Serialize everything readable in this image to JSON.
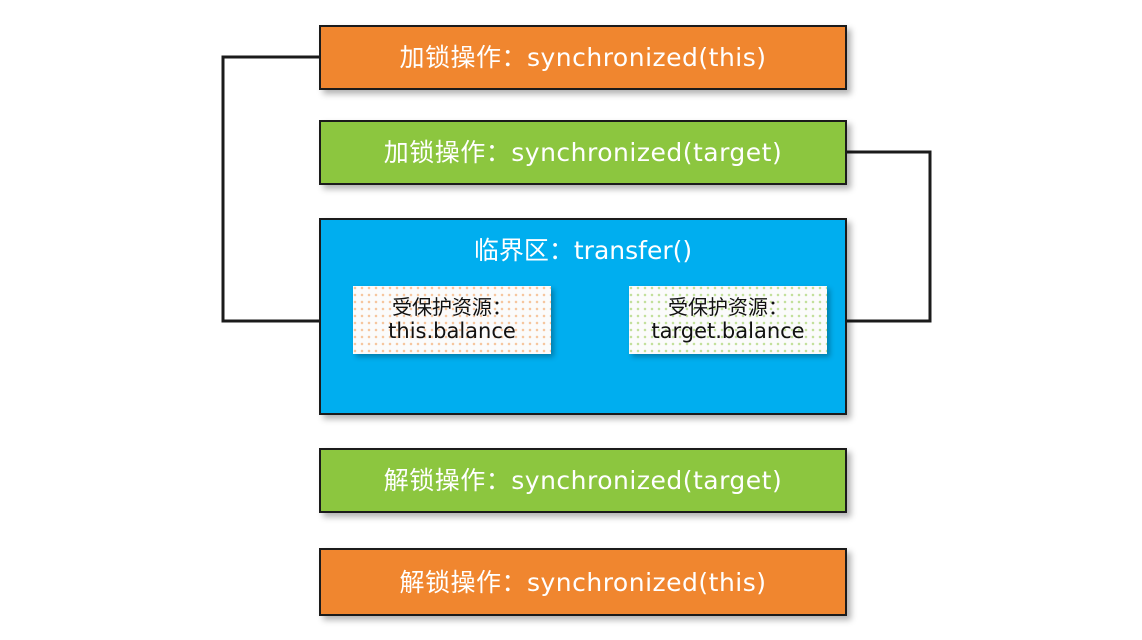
{
  "diagram": {
    "title": "synchronized transfer lock ordering diagram",
    "colors": {
      "orange": "#f0862f",
      "green": "#8cc63f",
      "blue": "#00aeef",
      "box_border": "#1b1b1b",
      "connector": "#1b1b1b",
      "resource_bg": "#fbfbfb",
      "label_text": "#ffffff",
      "resource_text": "#111111",
      "canvas": "#ffffff"
    },
    "bands": [
      {
        "id": "lock-this",
        "label": "加锁操作：synchronized(this)",
        "color": "orange"
      },
      {
        "id": "lock-target",
        "label": "加锁操作：synchronized(target)",
        "color": "green"
      },
      {
        "id": "critical",
        "label": "临界区：transfer()",
        "color": "blue"
      },
      {
        "id": "unlock-target",
        "label": "解锁操作：synchronized(target)",
        "color": "green"
      },
      {
        "id": "unlock-this",
        "label": "解锁操作：synchronized(this)",
        "color": "orange"
      }
    ],
    "resources": [
      {
        "id": "this",
        "caption": "受保护资源：",
        "name": "this.balance"
      },
      {
        "id": "target",
        "caption": "受保护资源：",
        "name": "target.balance"
      }
    ],
    "connectors": [
      {
        "id": "lock-this-to-this-balance",
        "from": "加锁操作：synchronized(this)",
        "to": "this.balance",
        "side": "left",
        "arrow": "right"
      },
      {
        "id": "lock-target-to-target-balance",
        "from": "加锁操作：synchronized(target)",
        "to": "target.balance",
        "side": "right",
        "arrow": "left"
      }
    ]
  }
}
